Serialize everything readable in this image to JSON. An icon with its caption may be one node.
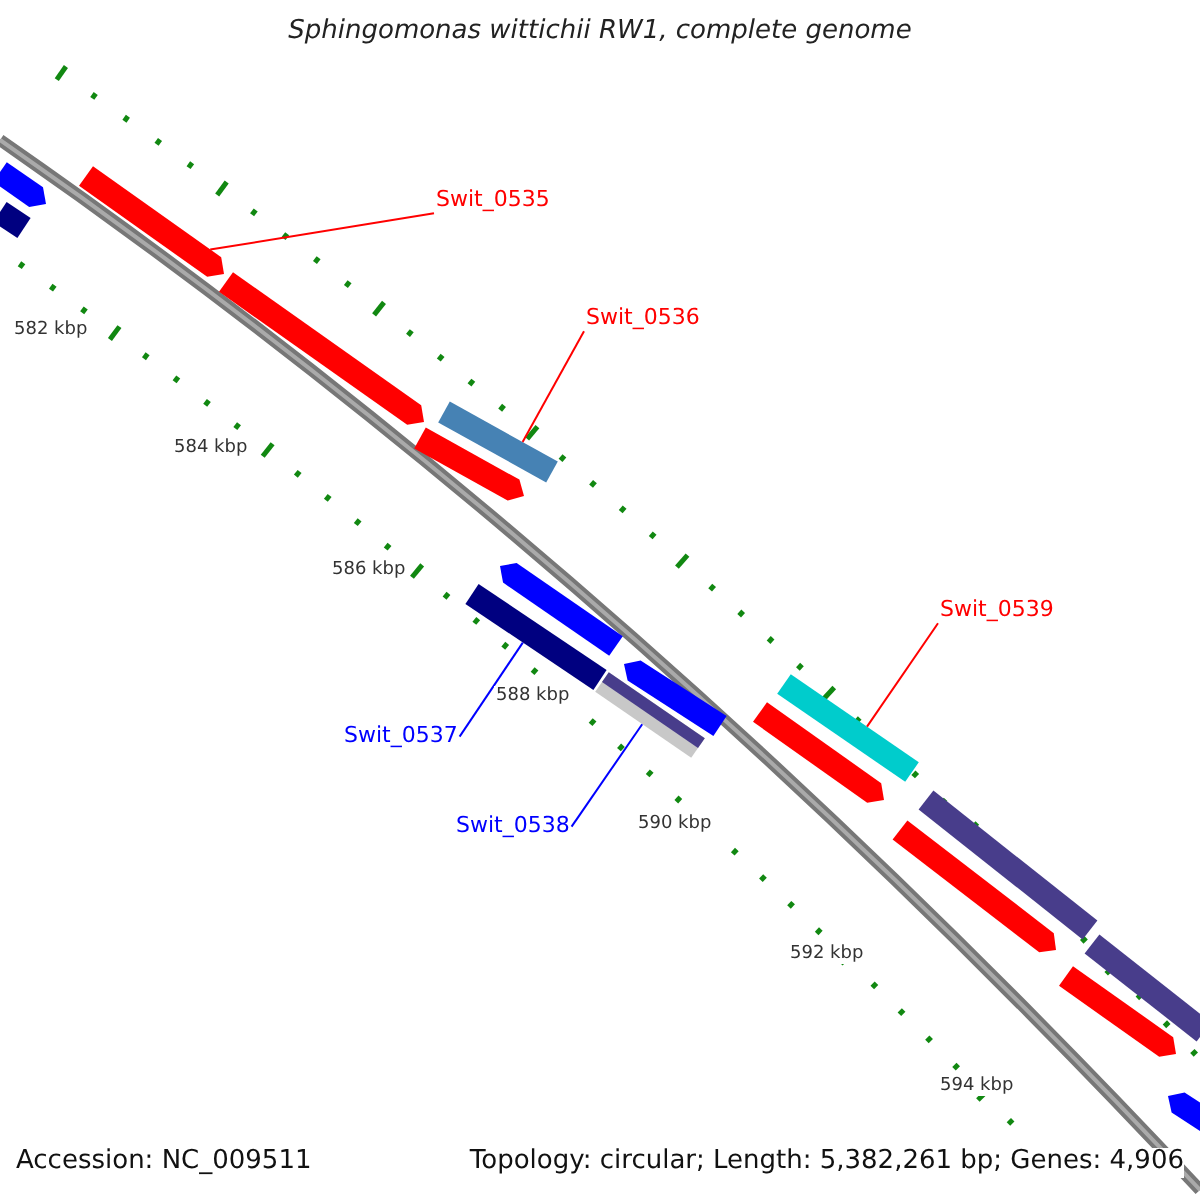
{
  "diagram": {
    "title": "Sphingomonas wittichii RW1, complete genome",
    "nodes": [
      {
        "text": [],
        "shape": "arrow"
      },
      {
        "text": [],
        "shape": "bar"
      },
      {
        "text": [],
        "shape": "arrow"
      },
      {
        "text": [],
        "shape": "arrow"
      },
      {
        "text": [
          "Swit_0535"
        ]
      },
      {
        "text": [],
        "shape": "arrow"
      },
      {
        "text": [],
        "shape": "bar"
      },
      {
        "text": [
          "Swit_0536"
        ]
      },
      {
        "text": [],
        "shape": "bar"
      },
      {
        "text": [],
        "shape": "arrow"
      },
      {
        "text": [
          "Swit_0537"
        ]
      },
      {
        "text": [],
        "shape": "bar"
      },
      {
        "text": [],
        "shape": "arrow"
      },
      {
        "text": [
          "Swit_0538"
        ]
      },
      {
        "text": [],
        "shape": "arrow"
      },
      {
        "text": [],
        "shape": "bar"
      },
      {
        "text": [
          "Swit_0539"
        ]
      },
      {
        "text": [],
        "shape": "bar"
      },
      {
        "text": [],
        "shape": "arrow"
      },
      {
        "text": [],
        "shape": "bar"
      },
      {
        "text": [],
        "shape": "arrow"
      },
      {
        "text": [],
        "shape": "arrow"
      }
    ],
    "edges": [
      {
        "from": 4,
        "to": 2,
        "arrow": "none"
      },
      {
        "from": 7,
        "to": 6,
        "arrow": "none"
      },
      {
        "from": 10,
        "to": 8,
        "arrow": "none",
        "color": "#0000ff"
      },
      {
        "from": 13,
        "to": 11,
        "arrow": "none",
        "color": "#0000ff"
      },
      {
        "from": 16,
        "to": 15,
        "arrow": "none"
      }
    ],
    "labels": [
      "582 kbp",
      "584 kbp",
      "586 kbp",
      "588 kbp",
      "590 kbp",
      "592 kbp",
      "594 kbp",
      "Accession: NC_009511",
      "Topology: circular; Length: 5,382,261 bp; Genes: 4,906"
    ]
  }
}
